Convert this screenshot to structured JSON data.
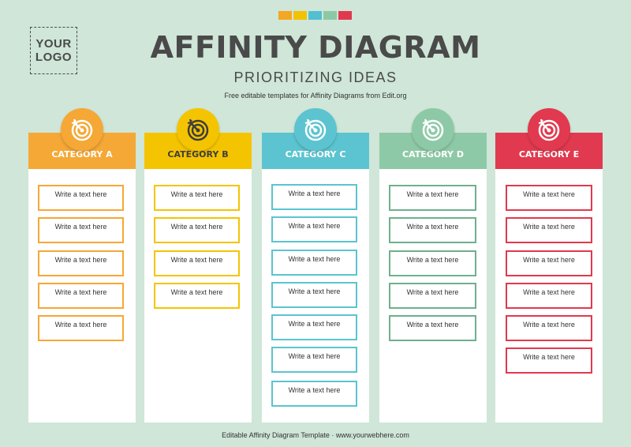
{
  "palette": [
    "#f5a623",
    "#f2c200",
    "#52c0d0",
    "#8dc8a6",
    "#e0394f"
  ],
  "logo": {
    "line1": "YOUR",
    "line2": "LOGO"
  },
  "title": "AFFINITY DIAGRAM",
  "subtitle": "PRIORITIZING IDEAS",
  "credit": "Free editable templates for Affinity Diagrams from Edit.org",
  "footer": "Editable Affinity Diagram Template · www.yourwebhere.com",
  "categories": [
    {
      "label": "CATEGORY A",
      "color": "#f5a835",
      "icon": "target-arrow-icon",
      "items": [
        "Write a text here",
        "Write a text here",
        "Write a text here",
        "Write a text here",
        "Write a text here"
      ]
    },
    {
      "label": "CATEGORY B",
      "color": "#f5c400",
      "icon": "target-arrow-icon",
      "items": [
        "Write a text here",
        "Write a text here",
        "Write a text here",
        "Write a text here"
      ]
    },
    {
      "label": "CATEGORY C",
      "color": "#5bc4d0",
      "icon": "target-arrow-icon",
      "items": [
        "Write a text here",
        "Write a text here",
        "Write a text here",
        "Write a text here",
        "Write a text here",
        "Write a text here",
        "Write a text here"
      ]
    },
    {
      "label": "CATEGORY D",
      "color": "#8ec9a7",
      "icon": "target-arrow-icon",
      "items": [
        "Write a text here",
        "Write a text here",
        "Write a text here",
        "Write a text here",
        "Write a text here"
      ]
    },
    {
      "label": "CATEGORY E",
      "color": "#e1394f",
      "icon": "target-arrow-icon",
      "items": [
        "Write a text here",
        "Write a text here",
        "Write a text here",
        "Write a text here",
        "Write a text here",
        "Write a text here"
      ]
    }
  ]
}
